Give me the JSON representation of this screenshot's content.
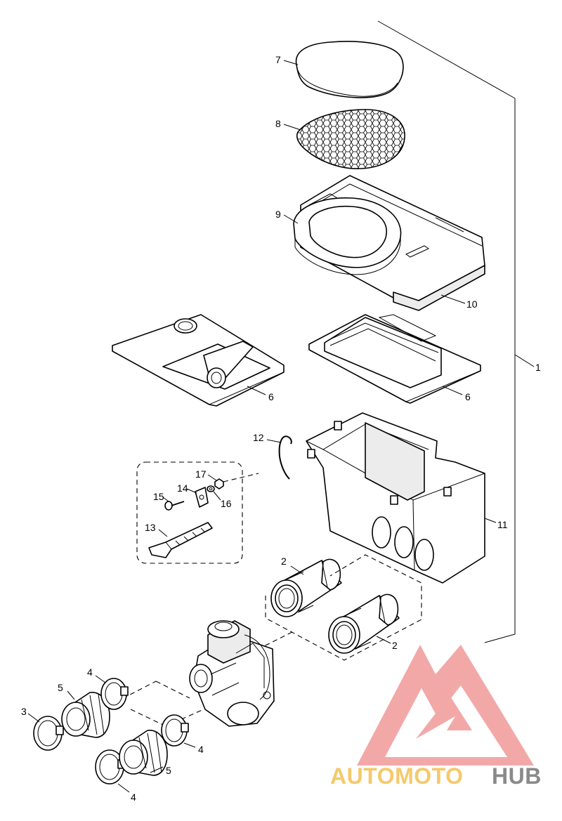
{
  "callouts": {
    "c1": "1",
    "c2a": "2",
    "c2b": "2",
    "c3": "3",
    "c4a": "4",
    "c4b": "4",
    "c4c": "4",
    "c5a": "5",
    "c5b": "5",
    "c6a": "6",
    "c6b": "6",
    "c7": "7",
    "c8": "8",
    "c9": "9",
    "c10": "10",
    "c11": "11",
    "c12": "12",
    "c13": "13",
    "c14": "14",
    "c15": "15",
    "c16": "16",
    "c17": "17"
  },
  "watermark": {
    "part1": "AUTOMOTO",
    "part2": "HUB",
    "color1": "#f5c96b",
    "color2": "#8a8a8a",
    "logo_color": "#f29a9a"
  }
}
